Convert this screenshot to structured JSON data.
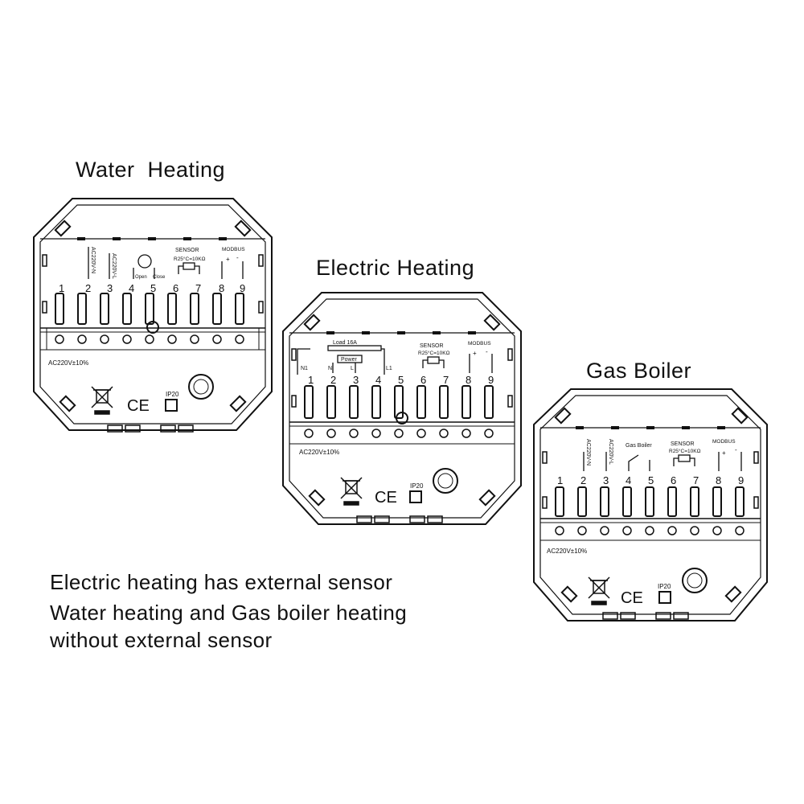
{
  "titles": {
    "water": "Water  Heating",
    "electric": "Electric Heating",
    "gas": "Gas Boiler"
  },
  "captions": [
    "Electric heating has external sensor",
    "Water heating and Gas boiler heating",
    "without external sensor"
  ],
  "common": {
    "terminals": [
      "1",
      "2",
      "3",
      "4",
      "5",
      "6",
      "7",
      "8",
      "9"
    ],
    "sensor_label": "SENSOR",
    "sensor_value": "R25°C=10KΩ",
    "modbus_label": "MODBUS",
    "modbus_plus": "+",
    "modbus_minus": "-",
    "voltage": "AC220V±10%",
    "ce_mark": "CE",
    "ip_rating": "IP20"
  },
  "water": {
    "ac_n": "AC220V-N",
    "ac_l": "AC220V-L",
    "valve_open": "Open",
    "valve_close": "Close"
  },
  "electric": {
    "load": "Load 16A",
    "power": "Power",
    "n1": "N1",
    "n": "N",
    "l": "L",
    "l1": "L1"
  },
  "gas": {
    "ac_n": "AC220V-N",
    "ac_l": "AC220V-L",
    "boiler": "Gas Boiler"
  }
}
